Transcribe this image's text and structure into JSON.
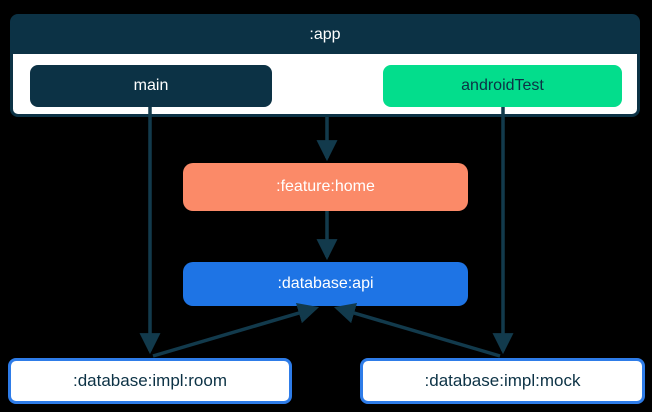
{
  "diagram": {
    "type": "module-dependency-graph",
    "background_color": "#000000",
    "app_module": {
      "label": ":app",
      "header_color": "#0c3245",
      "body_color": "#ffffff",
      "source_sets": [
        {
          "id": "main",
          "label": "main",
          "color": "#0c3245",
          "text_color": "#ffffff"
        },
        {
          "id": "androidTest",
          "label": "androidTest",
          "color": "#03dd8c",
          "text_color": "#0c3245"
        }
      ]
    },
    "nodes": [
      {
        "id": "feature-home",
        "label": ":feature:home",
        "color": "#fb8a68",
        "text_color": "#ffffff"
      },
      {
        "id": "database-api",
        "label": ":database:api",
        "color": "#1e74e5",
        "text_color": "#ffffff"
      },
      {
        "id": "database-impl-room",
        "label": ":database:impl:room",
        "color": "#ffffff",
        "text_color": "#0c3245",
        "border_color": "#2e7ce8"
      },
      {
        "id": "database-impl-mock",
        "label": ":database:impl:mock",
        "color": "#ffffff",
        "text_color": "#0c3245",
        "border_color": "#2e7ce8"
      }
    ],
    "edges": [
      {
        "from": ":app",
        "to": ":feature:home"
      },
      {
        "from": ":feature:home",
        "to": ":database:api"
      },
      {
        "from": "main",
        "to": ":database:impl:room"
      },
      {
        "from": "androidTest",
        "to": ":database:impl:mock"
      },
      {
        "from": ":database:impl:room",
        "to": ":database:api"
      },
      {
        "from": ":database:impl:mock",
        "to": ":database:api"
      }
    ],
    "edge_color": "#123a4c"
  }
}
